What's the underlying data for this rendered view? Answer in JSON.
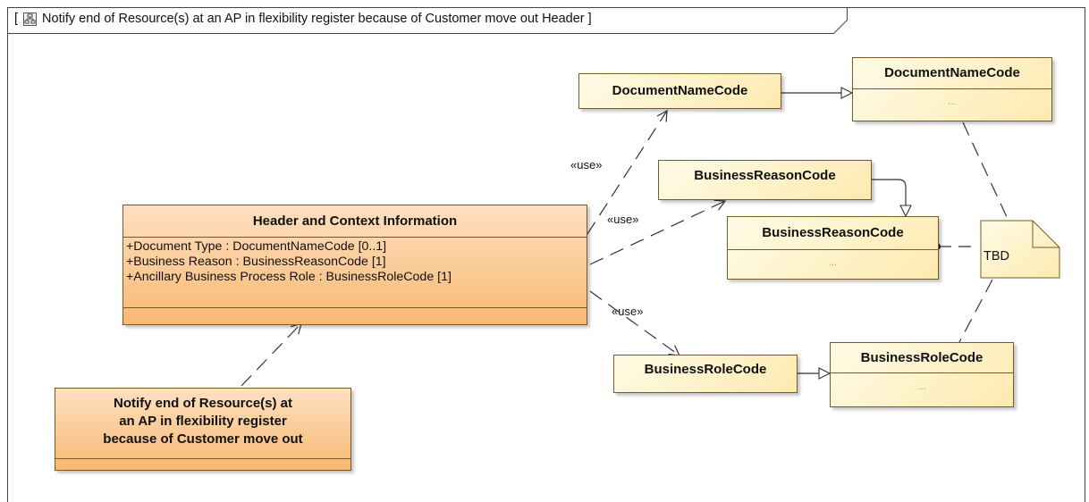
{
  "frame": {
    "bracket_open": "[",
    "title": "Notify end of Resource(s) at an AP in flexibility register because of Customer move out Header",
    "bracket_close": "]",
    "icon": "diagram-icon"
  },
  "classes": {
    "header_context": {
      "name": "Header and Context Information",
      "attributes": [
        "+Document Type : DocumentNameCode [0..1]",
        "+Business Reason : BusinessReasonCode [1]",
        "+Ancillary Business Process Role : BusinessRoleCode [1]"
      ]
    },
    "notify": {
      "name_lines": [
        "Notify end of Resource(s) at",
        "an AP in flexibility register",
        "because of Customer move out"
      ]
    },
    "doc_name_code_left": {
      "name": "DocumentNameCode"
    },
    "doc_name_code_right": {
      "name": "DocumentNameCode",
      "placeholder": "..."
    },
    "business_reason_code_top": {
      "name": "BusinessReasonCode"
    },
    "business_reason_code_bottom": {
      "name": "BusinessReasonCode",
      "placeholder": "..."
    },
    "business_role_code_left": {
      "name": "BusinessRoleCode"
    },
    "business_role_code_right": {
      "name": "BusinessRoleCode",
      "placeholder": "..."
    }
  },
  "note": {
    "text": "TBD"
  },
  "stereotypes": {
    "use_1": "«use»",
    "use_2": "«use»",
    "use_3": "«use»"
  },
  "colors": {
    "class_fill_light": "#fdeab0",
    "class_fill_orange": "#f9b873",
    "border": "#7a5a20"
  }
}
